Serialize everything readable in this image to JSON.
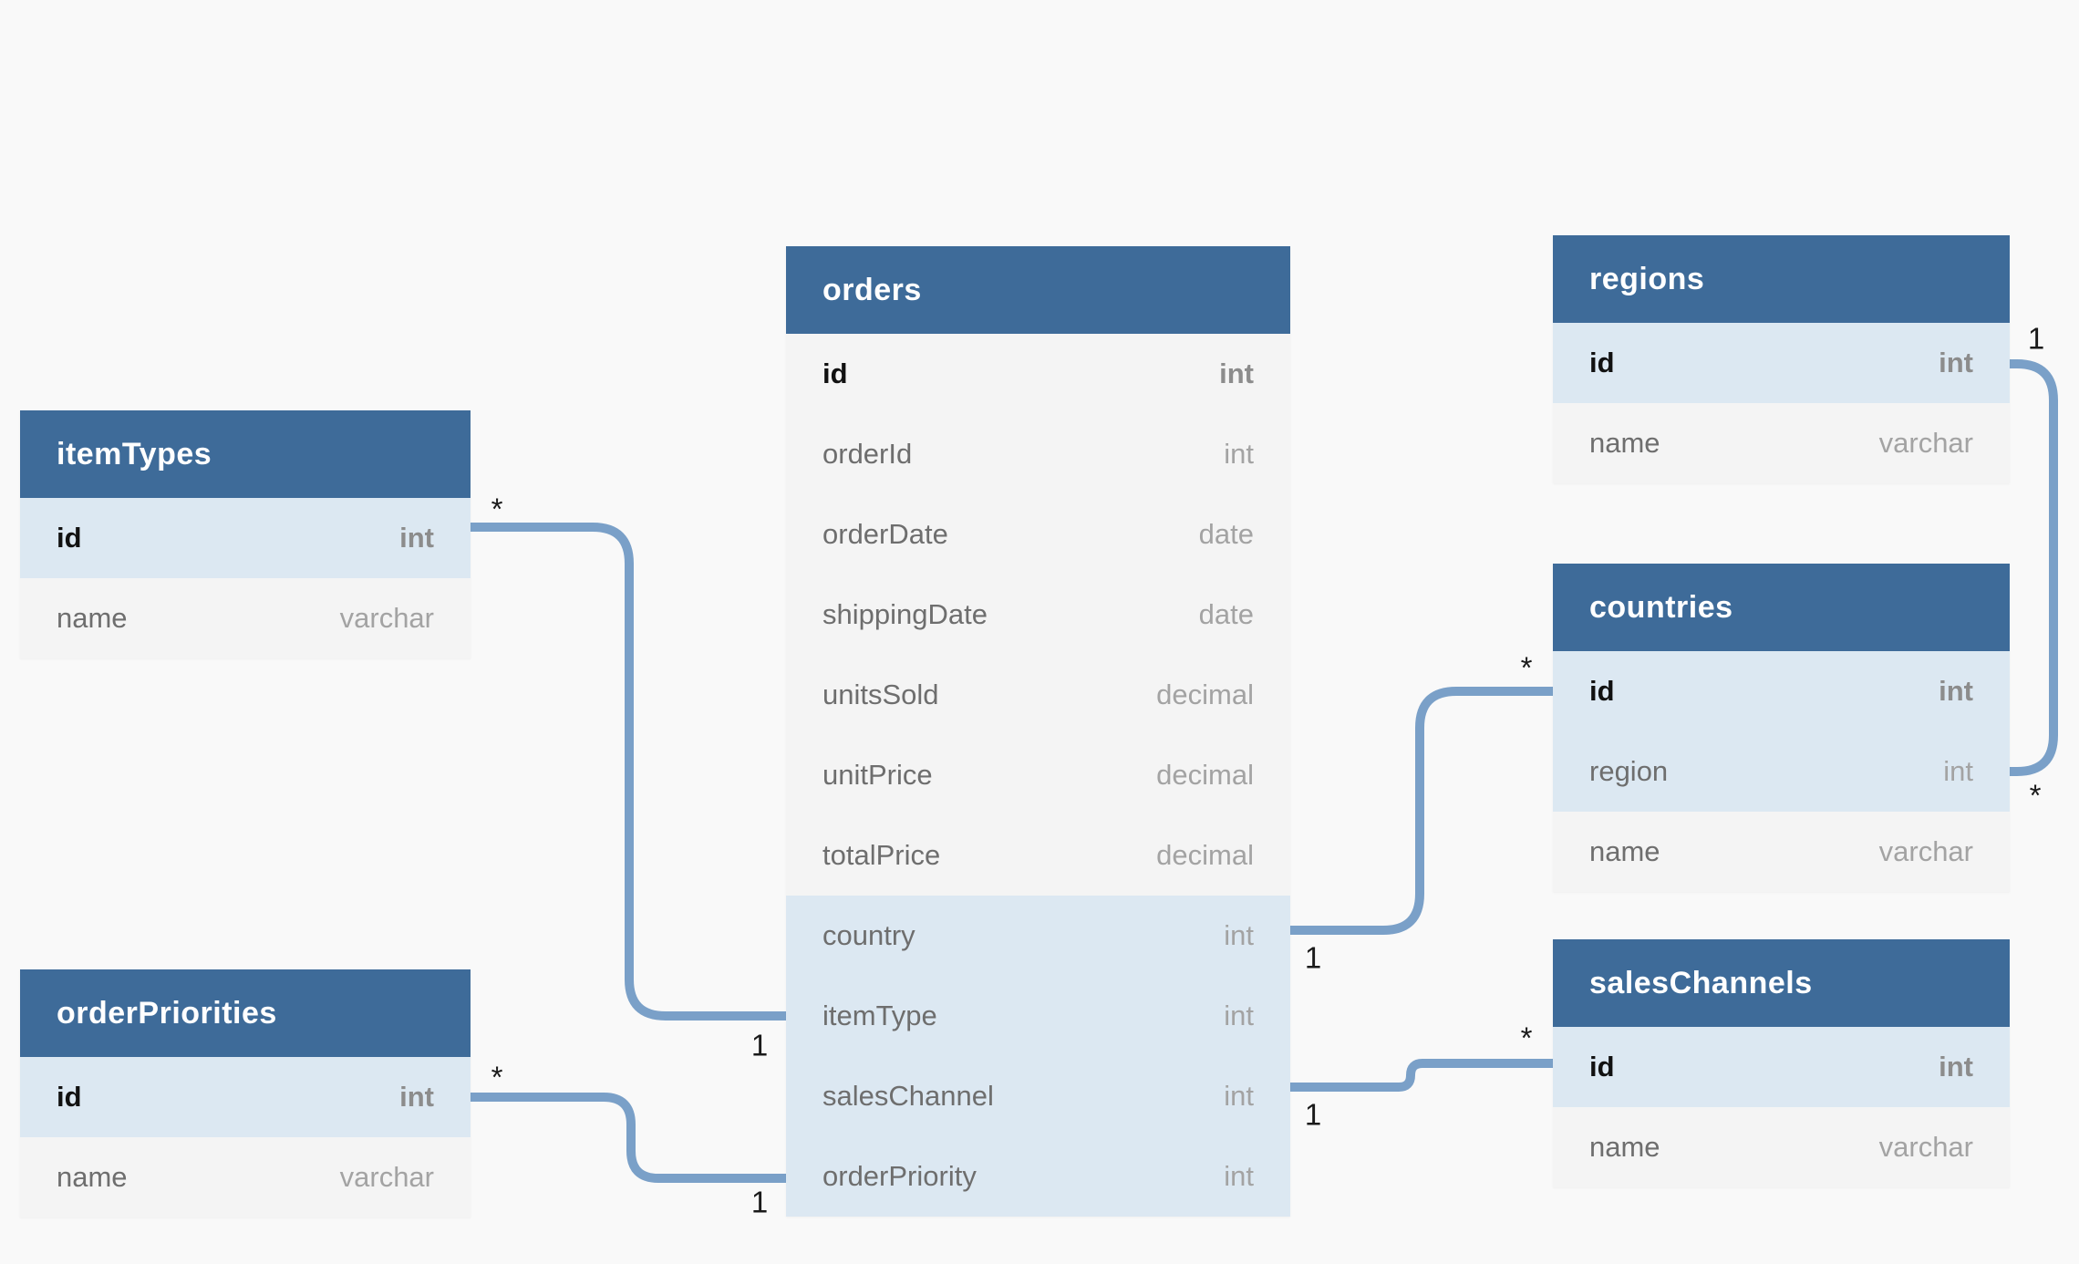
{
  "diagram": {
    "colors": {
      "table_header": "#3e6b99",
      "highlight_row": "#dce8f2",
      "normal_row": "#f4f4f4",
      "relationship_line": "#7aa0c8",
      "canvas_background": "#f9f9f9"
    },
    "tables": [
      {
        "title": "itemTypes",
        "rows": [
          {
            "field": "id",
            "type": "int"
          },
          {
            "field": "name",
            "type": "varchar"
          }
        ]
      },
      {
        "title": "orderPriorities",
        "rows": [
          {
            "field": "id",
            "type": "int"
          },
          {
            "field": "name",
            "type": "varchar"
          }
        ]
      },
      {
        "title": "orders",
        "rows": [
          {
            "field": "id",
            "type": "int"
          },
          {
            "field": "orderId",
            "type": "int"
          },
          {
            "field": "orderDate",
            "type": "date"
          },
          {
            "field": "shippingDate",
            "type": "date"
          },
          {
            "field": "unitsSold",
            "type": "decimal"
          },
          {
            "field": "unitPrice",
            "type": "decimal"
          },
          {
            "field": "totalPrice",
            "type": "decimal"
          },
          {
            "field": "country",
            "type": "int"
          },
          {
            "field": "itemType",
            "type": "int"
          },
          {
            "field": "salesChannel",
            "type": "int"
          },
          {
            "field": "orderPriority",
            "type": "int"
          }
        ]
      },
      {
        "title": "regions",
        "rows": [
          {
            "field": "id",
            "type": "int"
          },
          {
            "field": "name",
            "type": "varchar"
          }
        ]
      },
      {
        "title": "countries",
        "rows": [
          {
            "field": "id",
            "type": "int"
          },
          {
            "field": "region",
            "type": "int"
          },
          {
            "field": "name",
            "type": "varchar"
          }
        ]
      },
      {
        "title": "salesChannels",
        "rows": [
          {
            "field": "id",
            "type": "int"
          },
          {
            "field": "name",
            "type": "varchar"
          }
        ]
      }
    ],
    "relationships": [
      {
        "from": "itemTypes.id",
        "to": "orders.itemType",
        "from_label": "*",
        "to_label": "1"
      },
      {
        "from": "orderPriorities.id",
        "to": "orders.orderPriority",
        "from_label": "*",
        "to_label": "1"
      },
      {
        "from": "orders.country",
        "to": "countries.id",
        "from_label": "1",
        "to_label": "*"
      },
      {
        "from": "orders.salesChannel",
        "to": "salesChannels.id",
        "from_label": "1",
        "to_label": "*"
      },
      {
        "from": "regions.id",
        "to": "countries.region",
        "from_label": "1",
        "to_label": "*"
      }
    ]
  }
}
